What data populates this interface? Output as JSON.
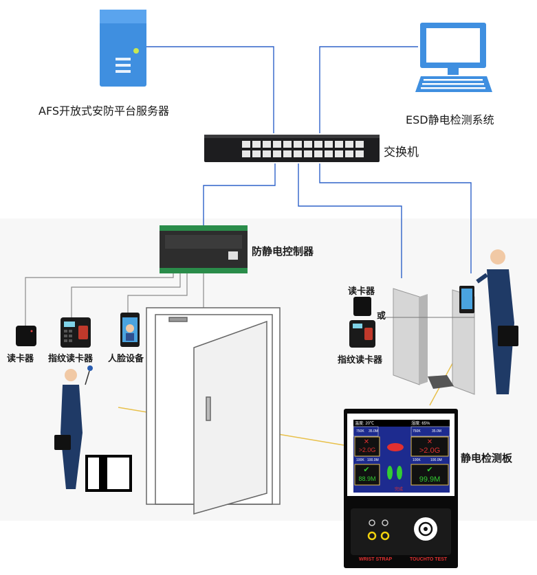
{
  "labels": {
    "server": "AFS开放式安防平台服务器",
    "esd_system": "ESD静电检测系统",
    "switch": "交换机",
    "controller": "防静电控制器",
    "card_reader_left": "读卡器",
    "fingerprint_reader_left": "指纹读卡器",
    "face_device": "人脸设备",
    "card_reader_right": "读卡器",
    "or": "或",
    "fingerprint_reader_right": "指纹读卡器",
    "esd_panel": "静电检测板"
  },
  "panel": {
    "top_left_temp": "温度: 20℃",
    "top_right_hum": "湿度: 65%",
    "cell_a_value": ">2.0G",
    "cell_b_value": ">2.0G",
    "cell_c_value": "88.9M",
    "cell_d_value": "99.9M",
    "cell_a_hdr_l": "750K",
    "cell_a_hdr_r": "35.0M",
    "cell_b_hdr_l": "750K",
    "cell_b_hdr_r": "35.0M",
    "cell_c_hdr_l": "100K",
    "cell_c_hdr_r": "100.0M",
    "cell_d_hdr_l": "100K",
    "cell_d_hdr_r": "100.0M",
    "footer": "完成",
    "wrist_strap": "WRIST STRAP",
    "touch_to_test": "TOUCHTO TEST"
  },
  "colors": {
    "connection_line": "#2e62c9",
    "highlight_line": "#e8c04a",
    "server_blue": "#3f8fe0",
    "panel_bg": "#0a0a0a"
  }
}
